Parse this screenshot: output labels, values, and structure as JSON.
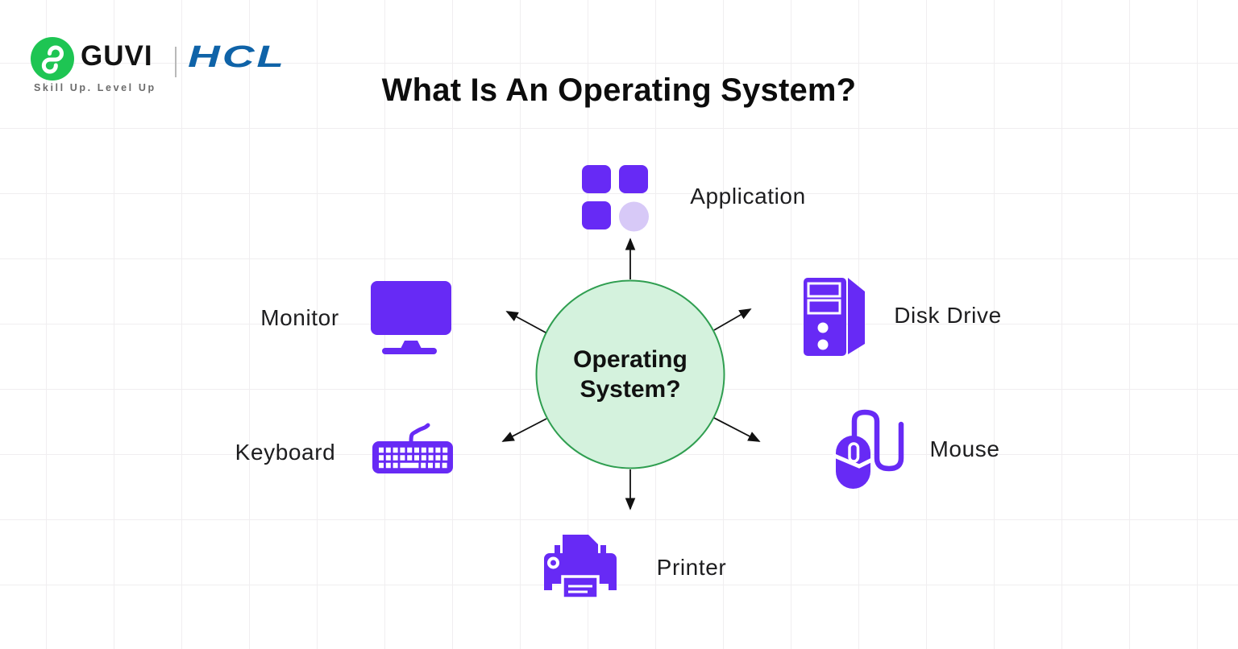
{
  "header": {
    "title": "What Is An Operating System?"
  },
  "brand": {
    "guvi_wordmark": "GUVI",
    "hcl_wordmark": "HCL",
    "tagline": "Skill Up. Level Up",
    "guvi_green": "#1ec553",
    "hcl_blue": "#0f63a8"
  },
  "diagram": {
    "center": {
      "line1": "Operating",
      "line2": "System?",
      "fill": "#d4f2dd",
      "stroke": "#2f9e50"
    },
    "accent_purple": "#672af5",
    "accent_lavender": "#d7c9f7",
    "arrow_color": "#111111",
    "nodes": [
      {
        "id": "application",
        "label": "Application",
        "icon": "app-grid-icon",
        "position": "top"
      },
      {
        "id": "disk-drive",
        "label": "Disk Drive",
        "icon": "computer-tower-icon",
        "position": "upper-right"
      },
      {
        "id": "mouse",
        "label": "Mouse",
        "icon": "mouse-icon",
        "position": "lower-right"
      },
      {
        "id": "printer",
        "label": "Printer",
        "icon": "printer-icon",
        "position": "bottom"
      },
      {
        "id": "keyboard",
        "label": "Keyboard",
        "icon": "keyboard-icon",
        "position": "lower-left"
      },
      {
        "id": "monitor",
        "label": "Monitor",
        "icon": "monitor-icon",
        "position": "upper-left"
      }
    ]
  }
}
